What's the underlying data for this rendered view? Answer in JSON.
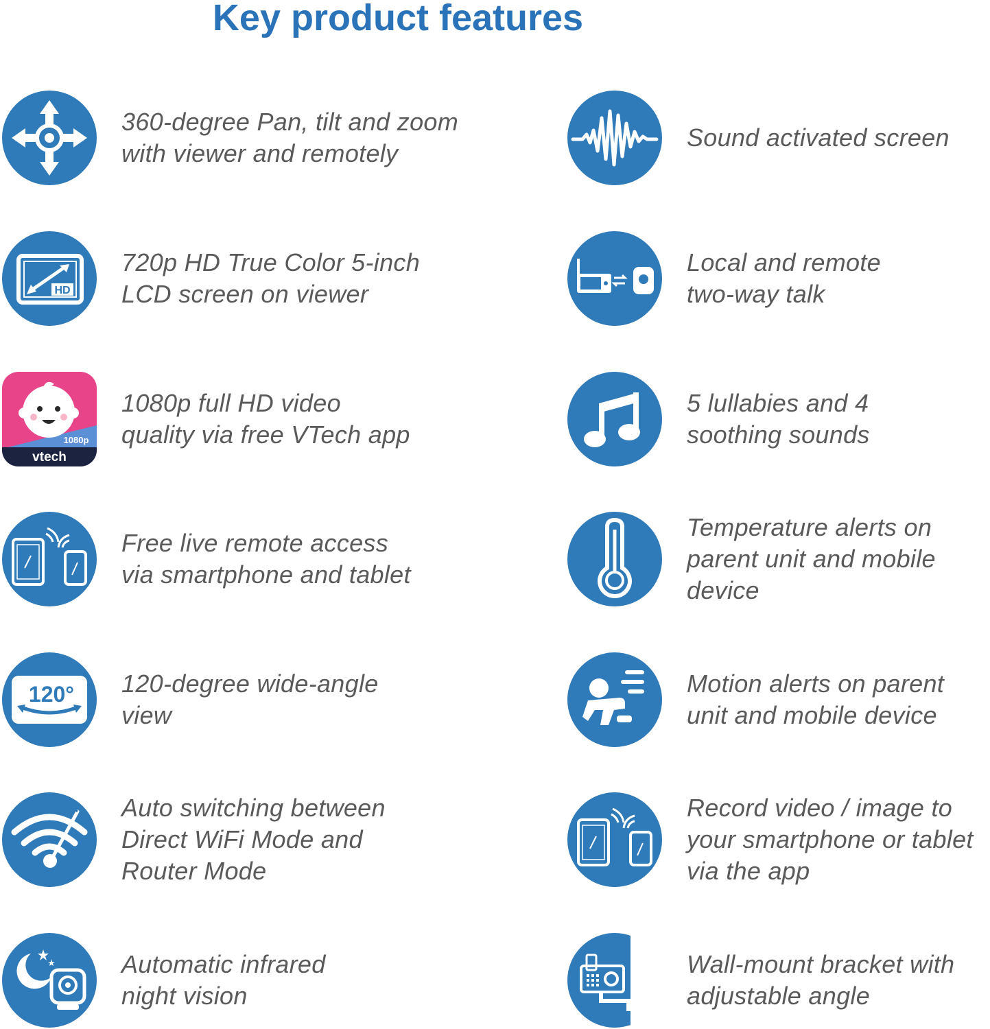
{
  "title": "Key product features",
  "colors": {
    "accent": "#2a73b8",
    "icon_fill": "#2f7ab9",
    "text": "#5a5a5a",
    "app_pink": "#e8448a",
    "app_navy": "#1c2340"
  },
  "features": [
    {
      "icon": "pan-tilt-zoom-icon",
      "lines": [
        "360-degree Pan, tilt and zoom",
        "with viewer and remotely"
      ]
    },
    {
      "icon": "sound-wave-icon",
      "lines": [
        "Sound activated screen"
      ]
    },
    {
      "icon": "hd-screen-icon",
      "lines": [
        "720p HD True Color 5-inch",
        "LCD screen on viewer"
      ]
    },
    {
      "icon": "two-way-talk-icon",
      "lines": [
        "Local and remote",
        "two-way talk"
      ]
    },
    {
      "icon": "vtech-app-icon",
      "app_badge": "1080p",
      "app_brand": "vtech",
      "lines": [
        "1080p full HD video",
        "quality via free VTech app"
      ]
    },
    {
      "icon": "music-note-icon",
      "lines": [
        "5 lullabies and 4",
        "soothing sounds"
      ]
    },
    {
      "icon": "remote-devices-icon",
      "lines": [
        "Free live remote access",
        "via smartphone and tablet"
      ]
    },
    {
      "icon": "thermometer-icon",
      "lines": [
        "Temperature alerts on",
        "parent unit and mobile",
        "device"
      ]
    },
    {
      "icon": "wide-angle-icon",
      "angle_label": "120°",
      "lines": [
        "120-degree wide-angle",
        "view"
      ]
    },
    {
      "icon": "motion-baby-icon",
      "lines": [
        "Motion alerts on parent",
        "unit and mobile device"
      ]
    },
    {
      "icon": "wifi-switch-icon",
      "lines": [
        "Auto switching between",
        "Direct WiFi Mode and",
        "Router Mode"
      ]
    },
    {
      "icon": "record-devices-icon",
      "lines": [
        "Record video / image to",
        "your smartphone or tablet",
        "via the app"
      ]
    },
    {
      "icon": "night-vision-icon",
      "lines": [
        "Automatic infrared",
        "night vision"
      ]
    },
    {
      "icon": "wall-mount-icon",
      "lines": [
        "Wall-mount bracket with",
        "adjustable angle"
      ]
    }
  ]
}
